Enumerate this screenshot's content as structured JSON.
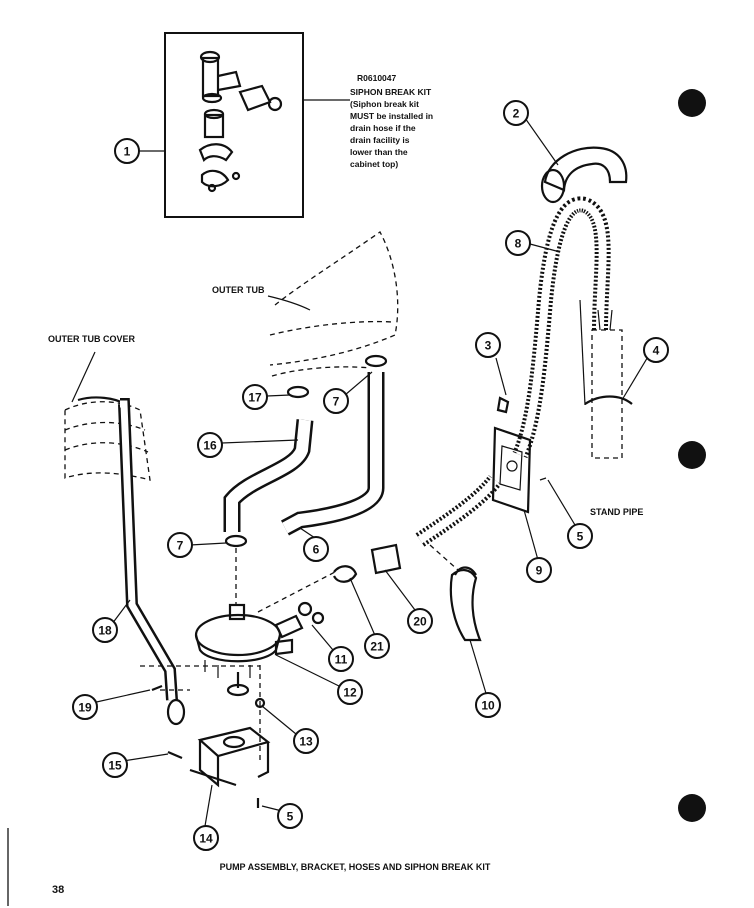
{
  "kit_box": {
    "part_no": "R0610047",
    "lines": [
      "SIPHON BREAK KIT",
      "(Siphon break kit",
      "MUST be installed in",
      "drain hose if the",
      "drain facility is",
      "lower than the",
      "cabinet top)"
    ]
  },
  "labels": {
    "outer_tub": "OUTER TUB",
    "outer_tub_cover": "OUTER TUB COVER",
    "stand_pipe": "STAND PIPE"
  },
  "callouts": [
    {
      "id": "c1",
      "text": "1"
    },
    {
      "id": "c2",
      "text": "2"
    },
    {
      "id": "c3",
      "text": "3"
    },
    {
      "id": "c4",
      "text": "4"
    },
    {
      "id": "c5a",
      "text": "5"
    },
    {
      "id": "c5b",
      "text": "5"
    },
    {
      "id": "c6",
      "text": "6"
    },
    {
      "id": "c7a",
      "text": "7"
    },
    {
      "id": "c7b",
      "text": "7"
    },
    {
      "id": "c8",
      "text": "8"
    },
    {
      "id": "c9",
      "text": "9"
    },
    {
      "id": "c10",
      "text": "10"
    },
    {
      "id": "c11",
      "text": "11"
    },
    {
      "id": "c12",
      "text": "12"
    },
    {
      "id": "c13",
      "text": "13"
    },
    {
      "id": "c14",
      "text": "14"
    },
    {
      "id": "c15",
      "text": "15"
    },
    {
      "id": "c16",
      "text": "16"
    },
    {
      "id": "c17",
      "text": "17"
    },
    {
      "id": "c18",
      "text": "18"
    },
    {
      "id": "c19",
      "text": "19"
    },
    {
      "id": "c20",
      "text": "20"
    },
    {
      "id": "c21",
      "text": "21"
    }
  ],
  "caption": "PUMP ASSEMBLY, BRACKET, HOSES AND SIPHON BREAK KIT",
  "page_number": "38"
}
